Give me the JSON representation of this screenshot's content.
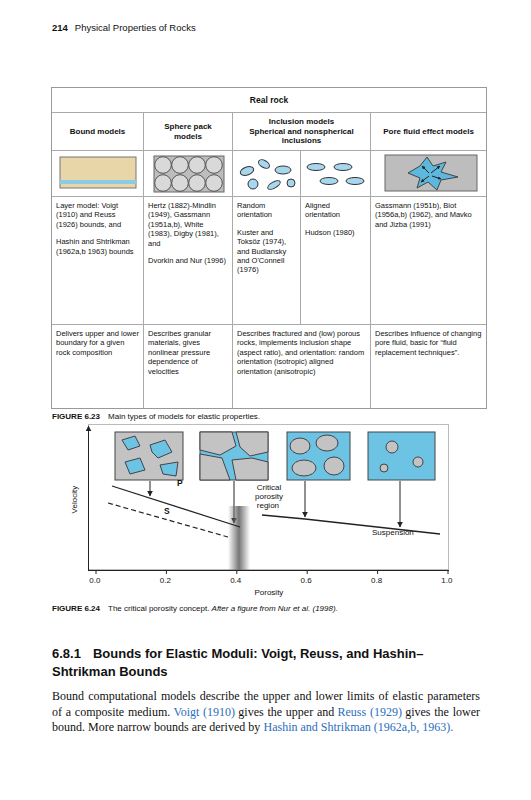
{
  "diagram": {
    "nodes": [
      {
        "text": [
          "Real rock"
        ]
      },
      {
        "text": [
          "Bound models"
        ],
        "in": 0
      },
      {
        "text": [
          "Sphere pack models"
        ],
        "in": 0
      },
      {
        "text": [
          "Inclusion models",
          "Spherical and nonspherical inclusions"
        ],
        "in": 0
      },
      {
        "text": [
          "Pore fluid effect models"
        ],
        "in": 0
      },
      {
        "text": [
          "Layer model: Voigt (1910) and Reuss (1926) bounds, and",
          "Hashin and Shtrikman (1962a,b 1963) bounds"
        ],
        "in": 0
      },
      {
        "text": [
          "Hertz (1882)-Mindlin (1949), Gassmann (1951a,b), White (1983), Digby (1981), and",
          "Dvorkin and Nur (1996)"
        ],
        "in": 0
      },
      {
        "text": [
          "Random orientation",
          "Kuster and Toksöz (1974), and Budiansky and O'Connell (1976)"
        ],
        "in": 0
      },
      {
        "text": [
          "Aligned orientation",
          "Hudson (1980)"
        ],
        "in": 0
      },
      {
        "text": [
          "Gassmann (1951b), Biot (1956a,b) (1962), and Mavko and Jizba (1991)"
        ],
        "in": 0
      },
      {
        "text": [
          "Delivers upper and lower boundary for a given rock composition"
        ],
        "in": 0
      },
      {
        "text": [
          "Describes granular materials, gives nonlinear pressure dependence of velocities"
        ],
        "in": 0
      },
      {
        "text": [
          "Describes fractured and (low) porous rocks, implements inclusion shape (aspect ratio), and orientation: random orientation (isotropic) aligned orientation (anisotropic)"
        ],
        "in": 0
      },
      {
        "text": [
          "Describes influence of changing pore fluid, basic for “fluid replacement techniques”."
        ],
        "in": 0
      }
    ],
    "labels": [
      "214",
      "Physical Properties of Rocks",
      "FIGURE 6.23",
      "Main types of models for elastic properties.",
      "Velocity",
      "P",
      "S",
      "Critical porosity region",
      "Suspension",
      "0.0",
      "0.2",
      "0.4",
      "0.6",
      "0.8",
      "1.0",
      "Porosity",
      "FIGURE 6.24",
      "The critical porosity concept.",
      "After a figure from Nur et al. (1998).",
      "6.8.1",
      "Bounds for Elastic Moduli: Voigt, Reuss, and Hashin–Shtrikman Bounds",
      "Bound computational models describe the upper and lower limits of elastic parameters of a composite medium.",
      "Voigt (1910)",
      "gives the upper and",
      "Reuss (1929)",
      "gives the lower bound. More narrow bounds are derived by",
      "Hashin and Shtrikman (1962a,b, 1963)."
    ]
  }
}
